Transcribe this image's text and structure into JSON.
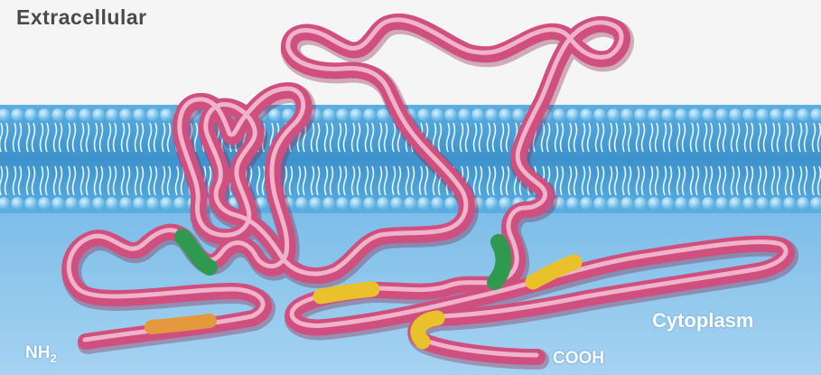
{
  "labels": {
    "extracellular": "Extracellular",
    "cytoplasm": "Cytoplasm",
    "n_terminus": "NH",
    "n_terminus_sub": "2",
    "c_terminus": "COOH"
  },
  "colors": {
    "extracellular_bg": "#f5f5f5",
    "membrane": "#66b6e2",
    "lipid_head": "#8fd2f3",
    "lipid_tail": "#eaf7ff",
    "cytoplasm": "#86c1e9",
    "protein_chain": "#cf4f7e",
    "protein_highlight": "#f6c4d6",
    "domain_green": "#2f9a4f",
    "domain_yellow": "#e9c12a",
    "domain_orange": "#e49a3c"
  },
  "icons": {
    "protein": "transmembrane-protein-chain",
    "membrane": "lipid-bilayer"
  }
}
